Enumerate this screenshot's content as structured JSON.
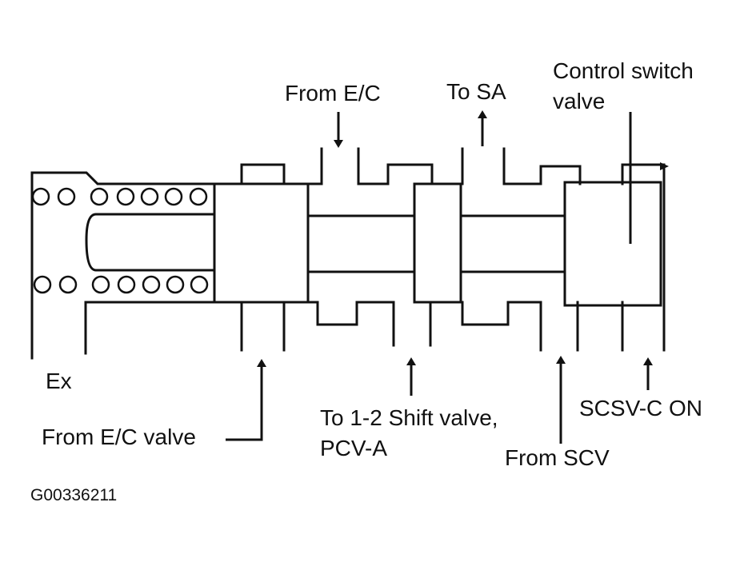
{
  "labels": {
    "from_ec": "From E/C",
    "to_sa": "To SA",
    "control_switch_valve_line1": "Control switch",
    "control_switch_valve_line2": "valve",
    "ex": "Ex",
    "from_ec_valve": "From E/C valve",
    "to_shift_valve_line1": "To 1-2 Shift valve,",
    "to_shift_valve_line2": "PCV-A",
    "from_scv": "From SCV",
    "scsv_c_on": "SCSV-C ON",
    "figure_code": "G00336211"
  },
  "colors": {
    "ink": "#111111",
    "background": "#ffffff"
  }
}
